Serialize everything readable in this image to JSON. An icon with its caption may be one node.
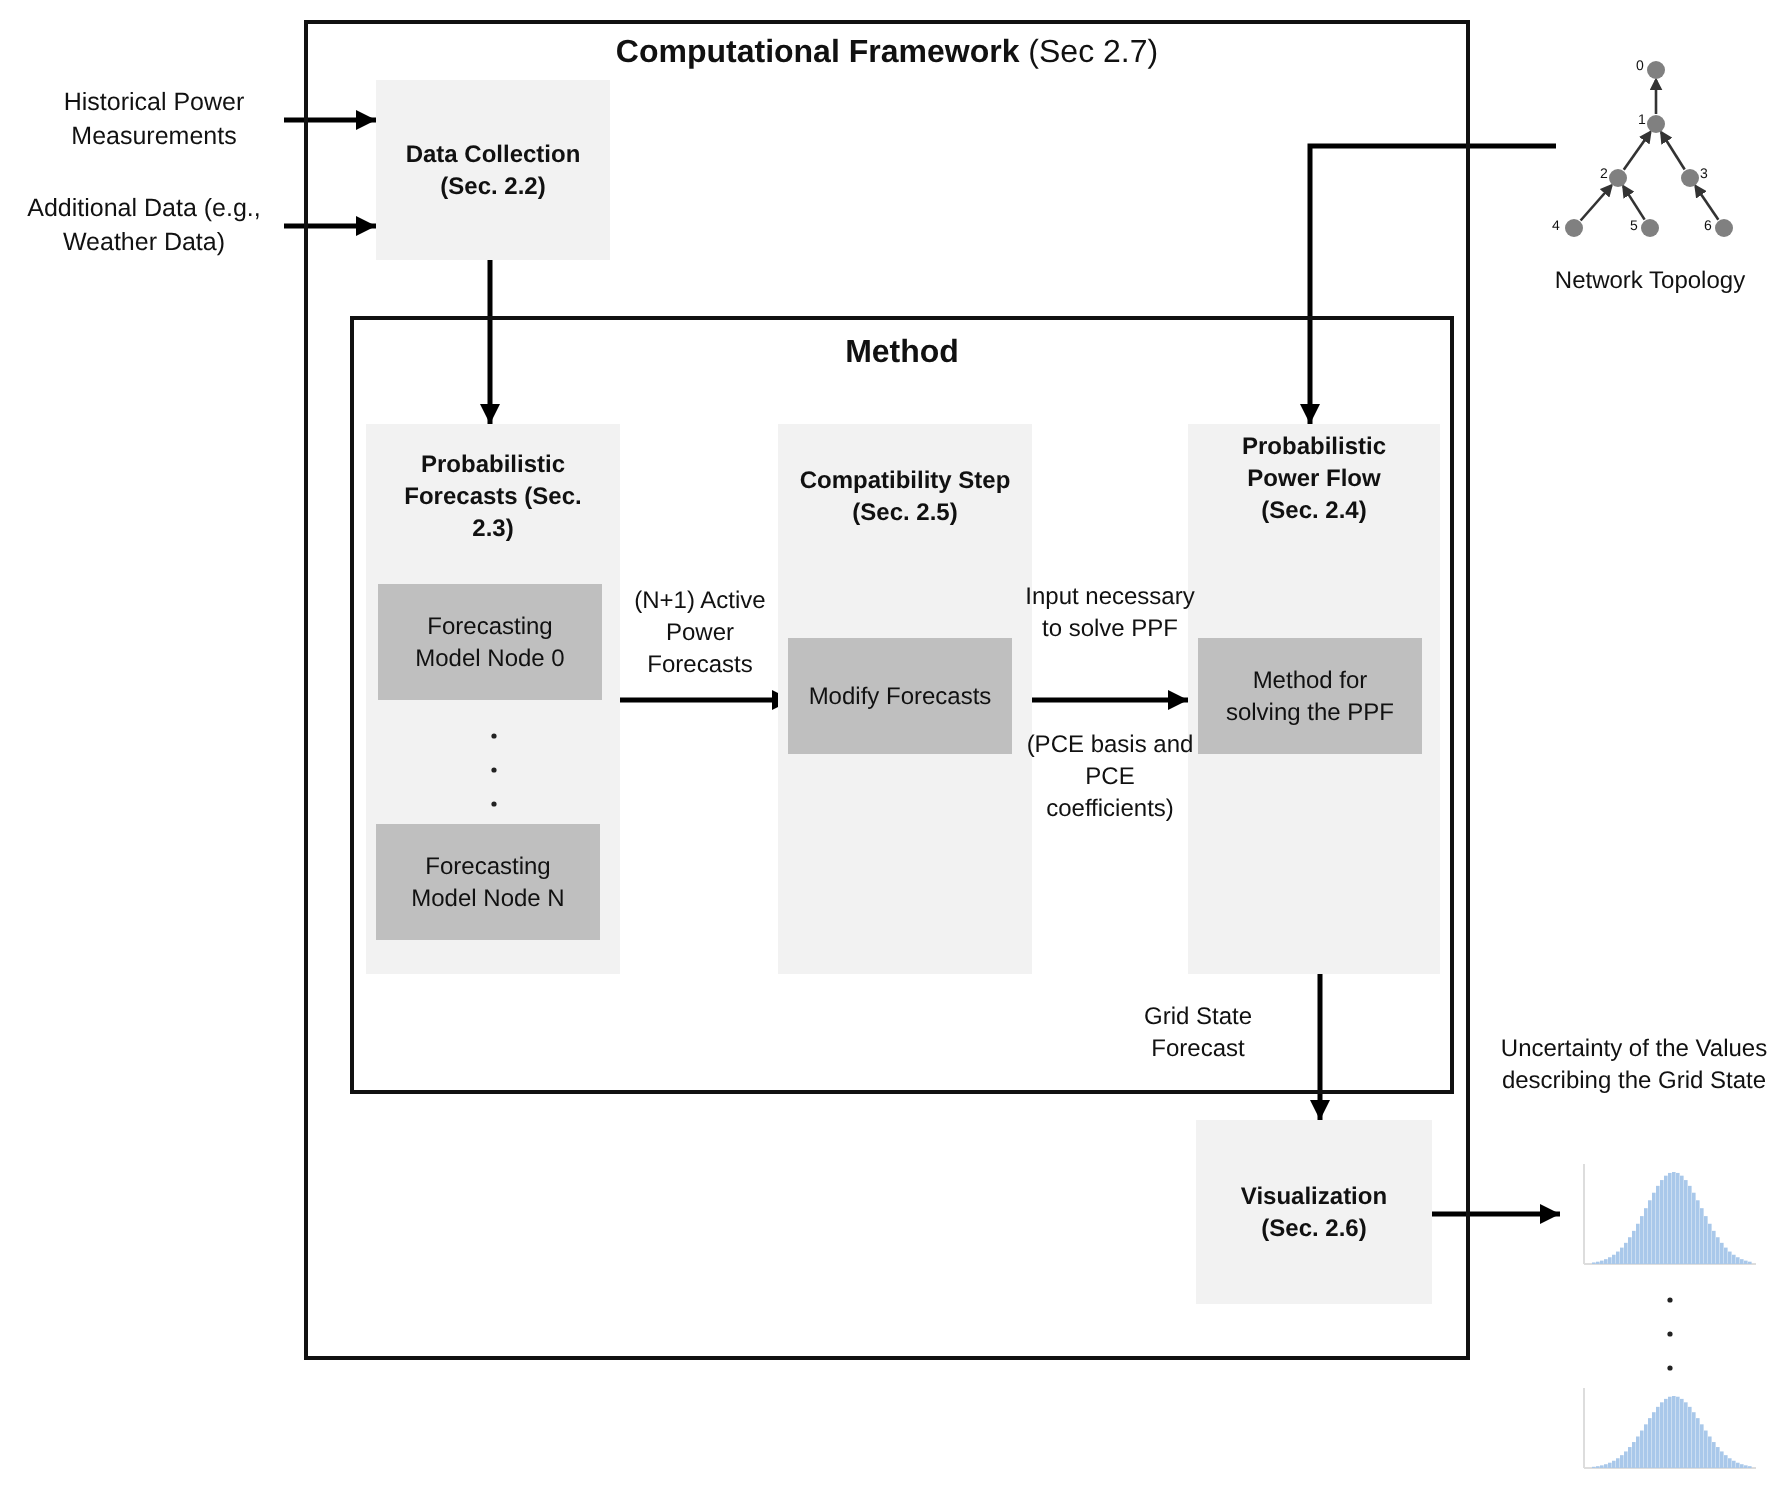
{
  "diagram": {
    "nodes": [
      {
        "text": [
          "**Computational Framework** (Sec 2.7)"
        ]
      },
      {
        "text": [
          "Data Collection (Sec. 2.2)"
        ],
        "in": 0
      },
      {
        "text": [
          "Method"
        ],
        "in": 0
      },
      {
        "text": [
          "Probabilistic Forecasts (Sec. 2.3)"
        ],
        "in": 2
      },
      {
        "text": [
          "Forecasting Model Node 0"
        ],
        "in": 3
      },
      {
        "text": [
          "Forecasting Model Node N"
        ],
        "in": 3
      },
      {
        "text": [
          "Compatibility Step (Sec. 2.5)"
        ],
        "in": 2
      },
      {
        "text": [
          "Modify Forecasts"
        ],
        "in": 6
      },
      {
        "text": [
          "Probabilistic Power Flow (Sec. 2.4)"
        ],
        "in": 2
      },
      {
        "text": [
          "Method for solving the PPF"
        ],
        "in": 8
      },
      {
        "text": [
          "Visualization (Sec. 2.6)"
        ],
        "in": 0
      },
      {
        "text": [
          "Historical Power Measurements"
        ]
      },
      {
        "text": [
          "Additional Data (e.g., Weather Data)"
        ]
      },
      {
        "text": [],
        "shape": "picture",
        "beside": [
          "Network Topology"
        ]
      },
      {
        "text": [],
        "shape": "picture",
        "beside": [
          "Uncertainty of the Values describing the Grid State"
        ]
      },
      {
        "text": [],
        "shape": "picture"
      }
    ],
    "edges": [
      {
        "from": 11,
        "to": 1,
        "arrow": "to"
      },
      {
        "from": 12,
        "to": 1,
        "arrow": "to"
      },
      {
        "from": 1,
        "to": 3,
        "arrow": "to"
      },
      {
        "from": 3,
        "to": 7,
        "arrow": "to",
        "label": "(N+1) Active Power Forecasts"
      },
      {
        "from": 6,
        "to": 8,
        "arrow": "to",
        "label": "Input necessary to solve PPF"
      },
      {
        "from": 13,
        "to": 8,
        "arrow": "to"
      },
      {
        "from": 8,
        "to": 10,
        "arrow": "to",
        "label": "Grid State Forecast"
      },
      {
        "from": 10,
        "to": 14,
        "arrow": "to"
      }
    ],
    "labels": [
      "0",
      "1",
      "2",
      "3",
      "4",
      "5",
      "6",
      "(PCE basis and PCE coefficients)"
    ]
  }
}
